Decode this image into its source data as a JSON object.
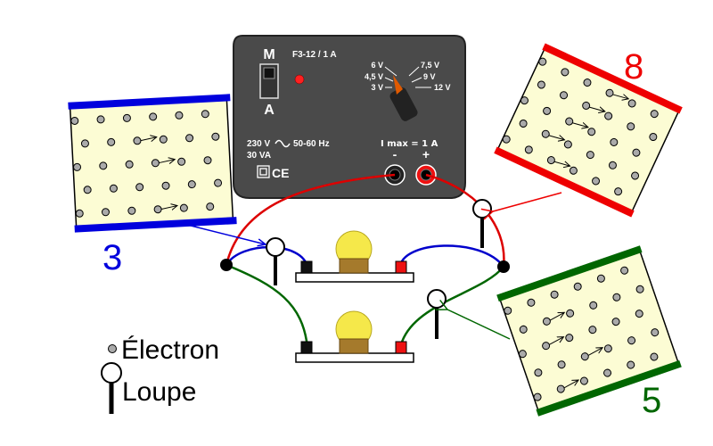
{
  "power_supply": {
    "switch_top": "M",
    "switch_bottom": "A",
    "model": "F3-12 / 1 A",
    "voltages": [
      "3 V",
      "4,5 V",
      "6 V",
      "7,5 V",
      "9 V",
      "12 V"
    ],
    "mains_left": "230 V",
    "mains_right": "50-60 Hz",
    "power": "30 VA",
    "ce": "CE",
    "imax": "I max = 1 A",
    "minus": "-",
    "plus": "+"
  },
  "zooms": {
    "blue": {
      "label": "3",
      "color": "#0000dd"
    },
    "red": {
      "label": "8",
      "color": "#ee0000"
    },
    "green": {
      "label": "5",
      "color": "#006600"
    }
  },
  "legend": {
    "electron": "Électron",
    "loupe": "Loupe"
  },
  "colors": {
    "panel_fill": "#fcfcd4",
    "case": "#4a4a4a",
    "lamp": "#f5e84a",
    "lamp_base": "#a57a2c"
  }
}
